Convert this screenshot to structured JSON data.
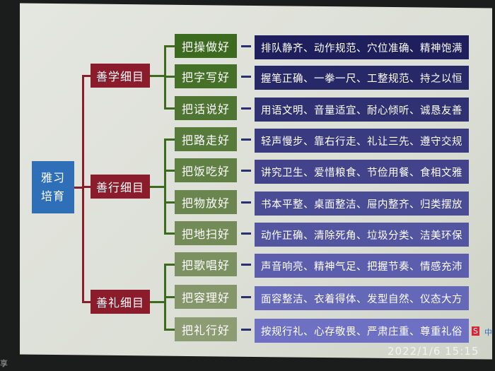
{
  "root": {
    "line1": "雅习",
    "line2": "培育"
  },
  "categories": [
    {
      "label": "善学细目",
      "items": [
        {
          "label": "把操做好",
          "detail": "排队静齐、动作规范、穴位准确、精神饱满"
        },
        {
          "label": "把字写好",
          "detail": "握笔正确、一拳一尺、工整规范、持之以恒"
        },
        {
          "label": "把话说好",
          "detail": "用语文明、音量适宜、耐心倾听、诚恳友善"
        }
      ]
    },
    {
      "label": "善行细目",
      "items": [
        {
          "label": "把路走好",
          "detail": "轻声慢步、靠右行走、礼让三先、遵守交规"
        },
        {
          "label": "把饭吃好",
          "detail": "讲究卫生、爱惜粮食、节俭用餐、食相文雅"
        },
        {
          "label": "把物放好",
          "detail": "书本平整、桌面整洁、屉内整齐、归类摆放"
        },
        {
          "label": "把地扫好",
          "detail": "动作正确、清除死角、垃圾分类、洁美环保"
        }
      ]
    },
    {
      "label": "善礼细目",
      "items": [
        {
          "label": "把歌唱好",
          "detail": "声音响亮、精神气足、把握节奏、情感充沛"
        },
        {
          "label": "把容理好",
          "detail": "面容整洁、衣着得体、发型自然、仪态大方"
        },
        {
          "label": "把礼行好",
          "detail": "按规行礼、心存敬畏、严肃庄重、尊重礼俗"
        }
      ]
    }
  ],
  "photo_timestamp": "2022/1/6 15:15",
  "ime": {
    "logo": "S",
    "mode": "中"
  },
  "edge_text": "享",
  "colors": {
    "root": "#2e6fb8",
    "level1": "#8a1c2c",
    "level2_top": "#3c6a1e",
    "level2_bottom": "#8e9c74",
    "level3_top": "#1e1f5c",
    "level3_bottom": "#6e70c4"
  }
}
